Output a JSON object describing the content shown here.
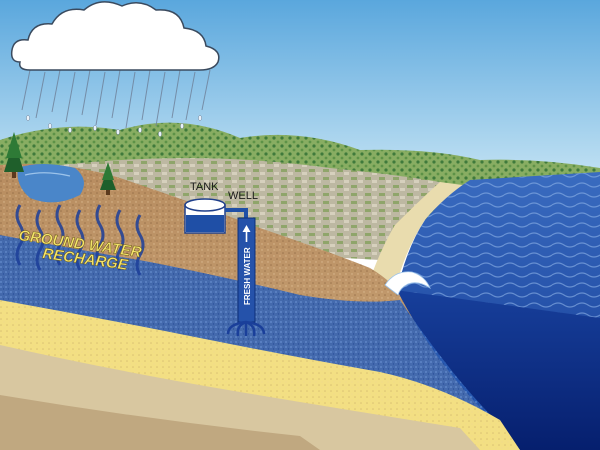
{
  "labels": {
    "tank": "TANK",
    "well": "WELL",
    "recharge_line1": "GROUND WATER",
    "recharge_line2": "RECHARGE",
    "fresh_water": "FRESH WATER"
  },
  "colors": {
    "sky_top": "#5aa7dd",
    "sky_bottom": "#c9e6f5",
    "ocean": "#2f5fb3",
    "deep_ocean": "#0b2f8a",
    "soil": "#c49a6c",
    "groundwater": "#2e62b8",
    "sand_layer": "#f3df83",
    "recharge_text": "#f5e56b",
    "tank_fill": "#ffffff",
    "pipe": "#1f4fa6"
  },
  "icons": {
    "cloud": "rain-cloud-icon",
    "tree": "pine-tree-icon",
    "wave": "breaking-wave-icon",
    "arrow": "up-arrow-icon"
  }
}
